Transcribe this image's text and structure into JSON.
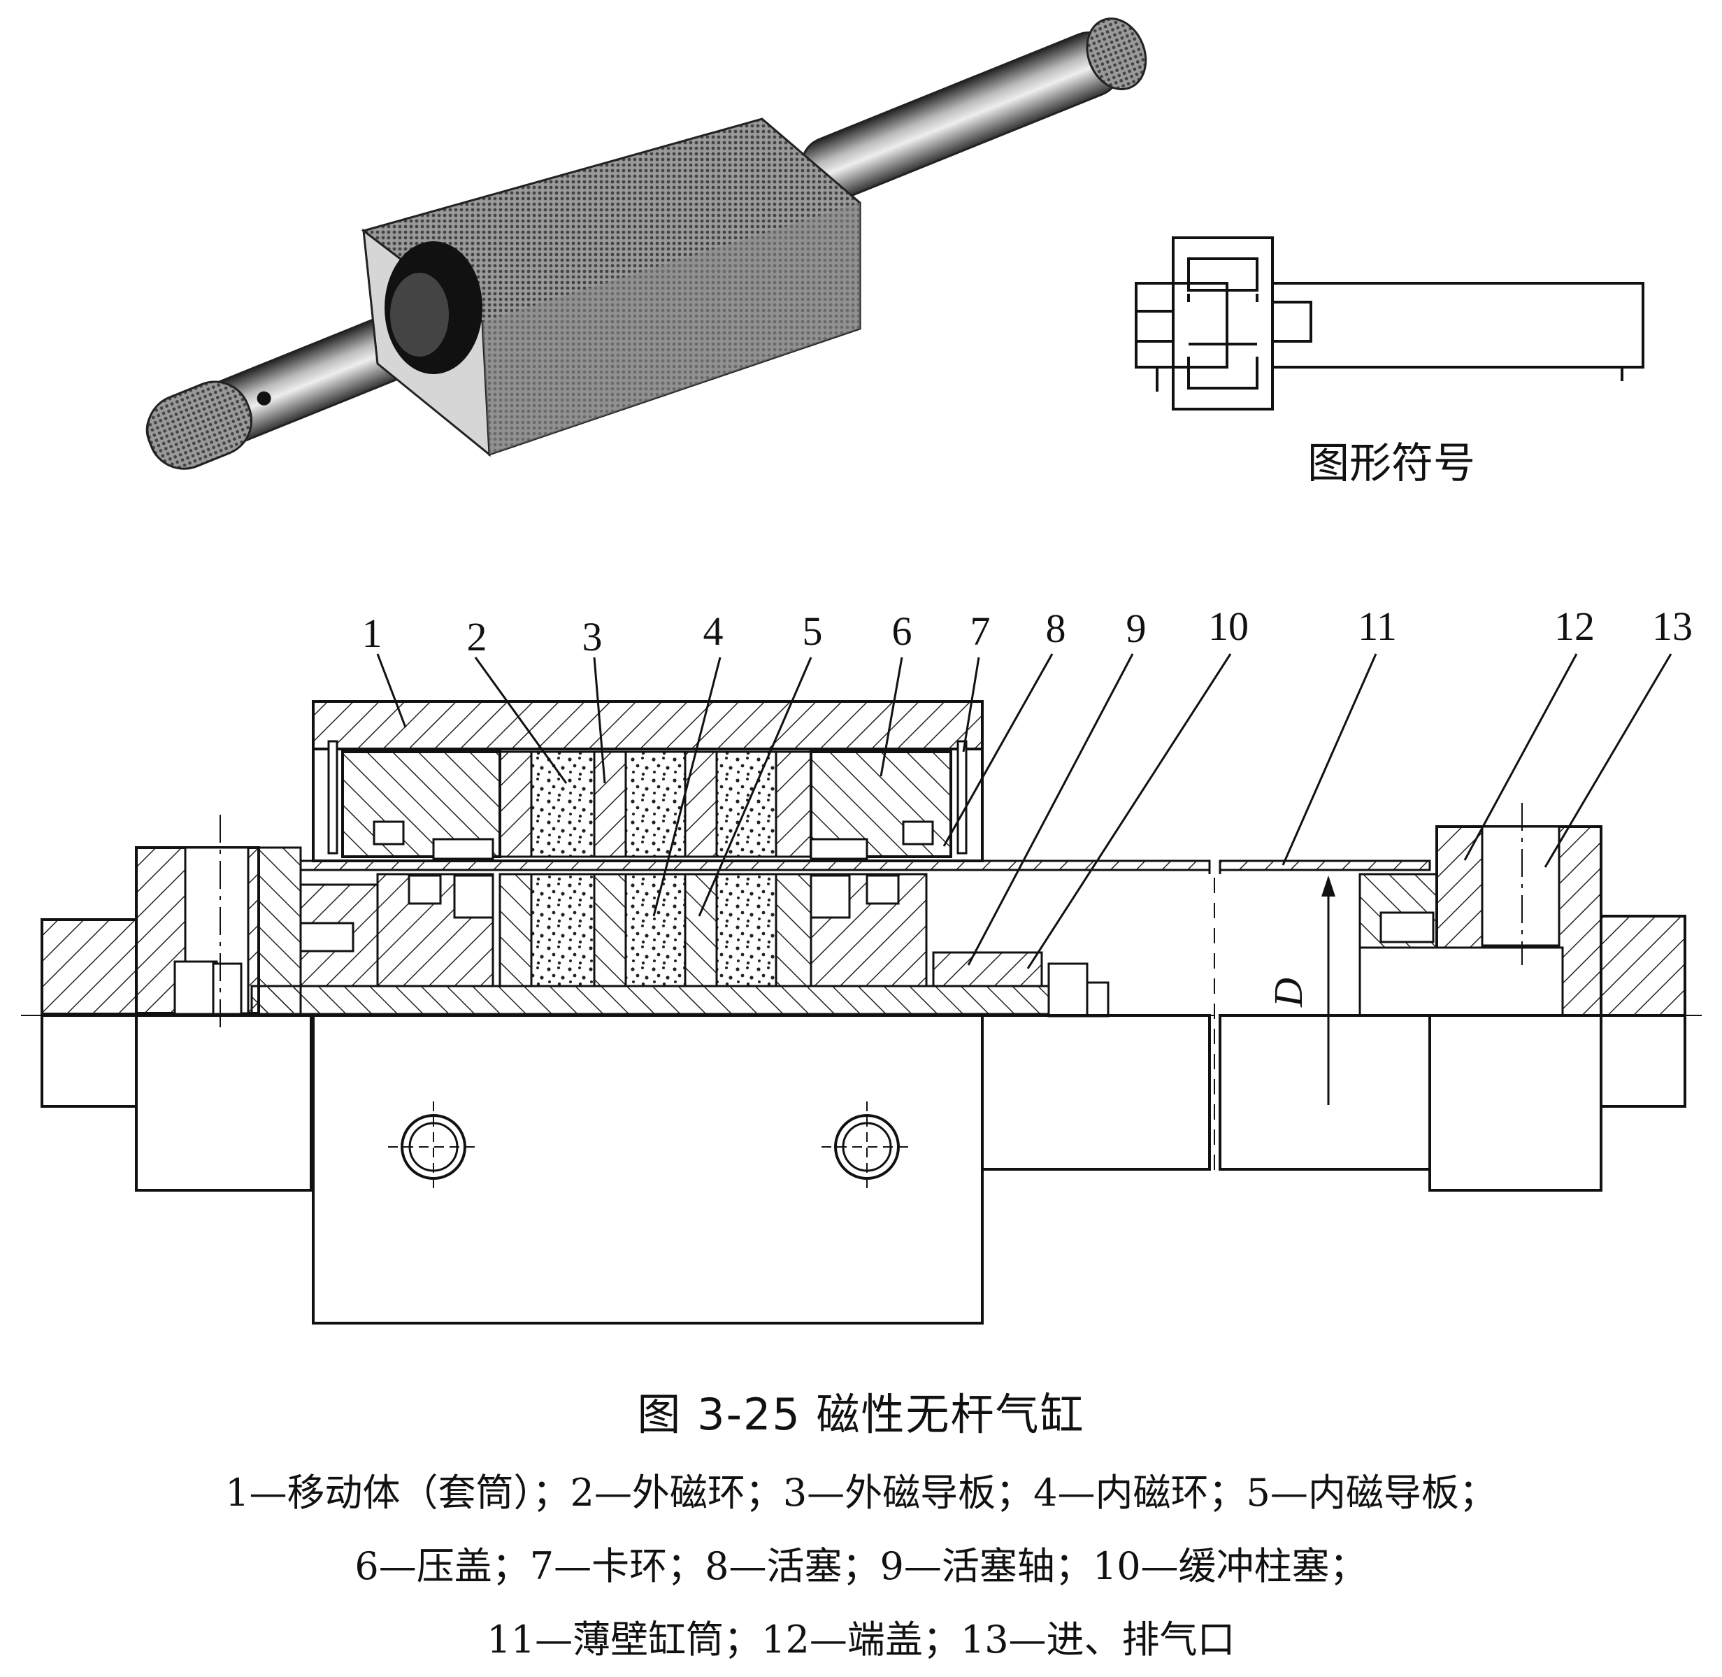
{
  "symbol": {
    "label": "图形符号"
  },
  "callouts": [
    "1",
    "2",
    "3",
    "4",
    "5",
    "6",
    "7",
    "8",
    "9",
    "10",
    "11",
    "12",
    "13"
  ],
  "dimension": {
    "label": "D"
  },
  "caption": {
    "title": "图 3-25   磁性无杆气缸",
    "legend_lines": [
      "1—移动体（套筒）；2—外磁环；3—外磁导板；4—内磁环；5—内磁导板；",
      "6—压盖；7—卡环；8—活塞；9—活塞轴；10—缓冲柱塞；",
      "11—薄壁缸筒；12—端盖；13—进、排气口"
    ]
  }
}
